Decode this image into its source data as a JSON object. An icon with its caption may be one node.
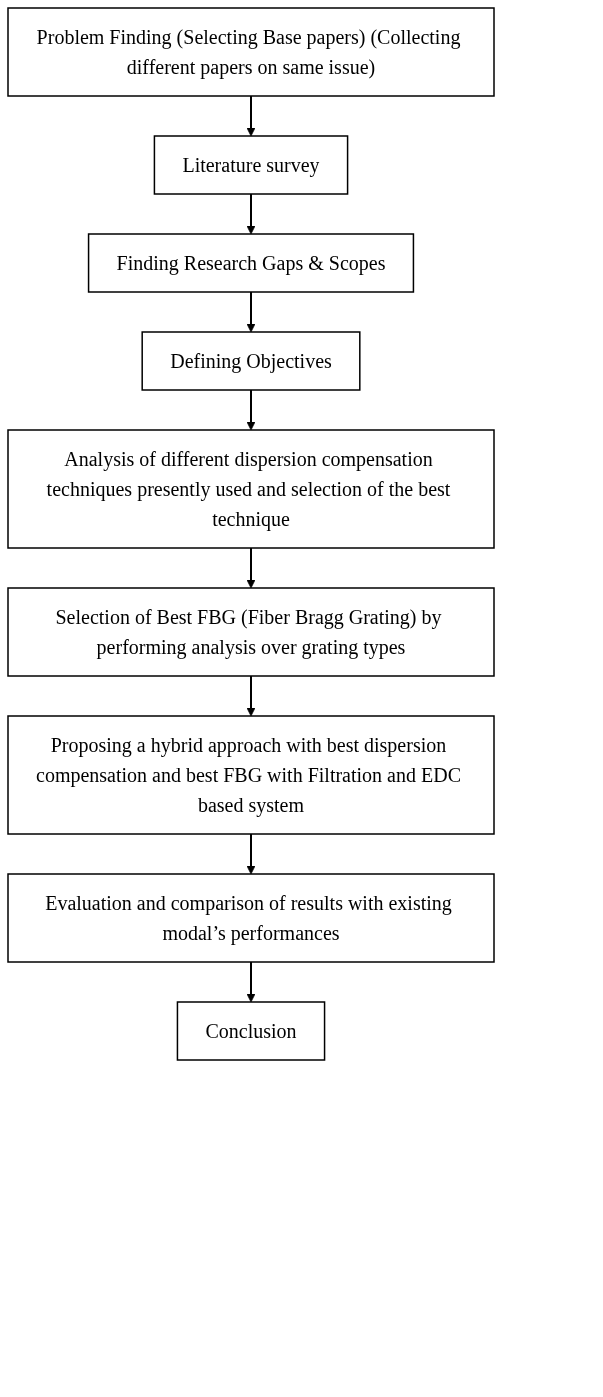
{
  "diagram": {
    "nodes": [
      {
        "text": [
          "Problem Finding (Selecting Base papers) (Collecting different papers on same issue)"
        ]
      },
      {
        "text": [
          "Literature survey"
        ]
      },
      {
        "text": [
          "Finding Research Gaps & Scopes"
        ]
      },
      {
        "text": [
          "Defining Objectives"
        ]
      },
      {
        "text": [
          "Analysis of different dispersion compensation techniques presently used and selection of the best technique"
        ]
      },
      {
        "text": [
          "Selection of Best FBG (Fiber Bragg Grating) by performing analysis over grating types"
        ]
      },
      {
        "text": [
          "Proposing a hybrid approach with best dispersion compensation and best FBG with Filtration and EDC based system"
        ]
      },
      {
        "text": [
          "Evaluation and comparison of results with existing modal’s performances"
        ]
      },
      {
        "text": [
          "Conclusion"
        ]
      }
    ],
    "edges": [
      {
        "from": 0,
        "to": 1,
        "arrow": "to"
      },
      {
        "from": 1,
        "to": 2,
        "arrow": "to"
      },
      {
        "from": 2,
        "to": 3,
        "arrow": "to"
      },
      {
        "from": 3,
        "to": 4,
        "arrow": "to"
      },
      {
        "from": 4,
        "to": 5,
        "arrow": "to"
      },
      {
        "from": 5,
        "to": 6,
        "arrow": "to"
      },
      {
        "from": 6,
        "to": 7,
        "arrow": "to"
      },
      {
        "from": 7,
        "to": 8,
        "arrow": "to"
      }
    ]
  }
}
